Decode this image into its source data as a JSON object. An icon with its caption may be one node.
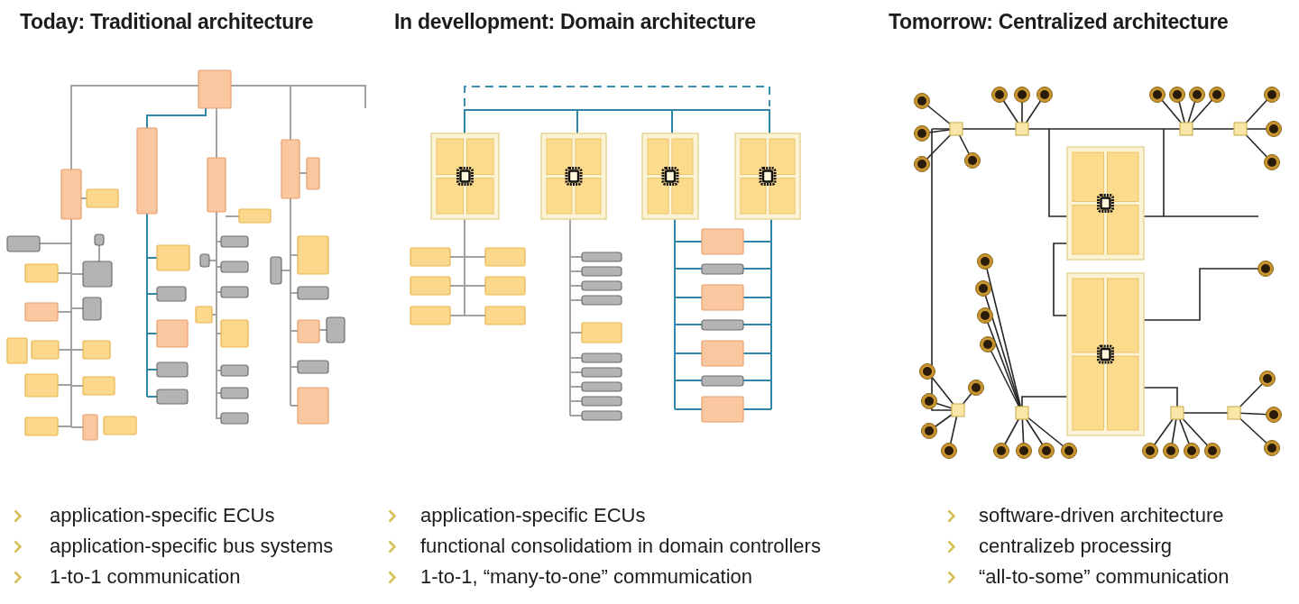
{
  "diagram": {
    "labels": [
      "Today: Traditional architecture",
      "application-specific ECUs",
      "application-specific bus systems",
      "1-to-1 communication",
      "In devellopment: Domain architecture",
      "application-specific ECUs",
      "functional consolidatiom in domain controllers",
      "1-to-1, “many-to-one” commumication",
      "Tomorrow: Centralized architecture",
      "software-driven architecture",
      "centralizeb processirg",
      "“all-to-some” communication"
    ]
  }
}
